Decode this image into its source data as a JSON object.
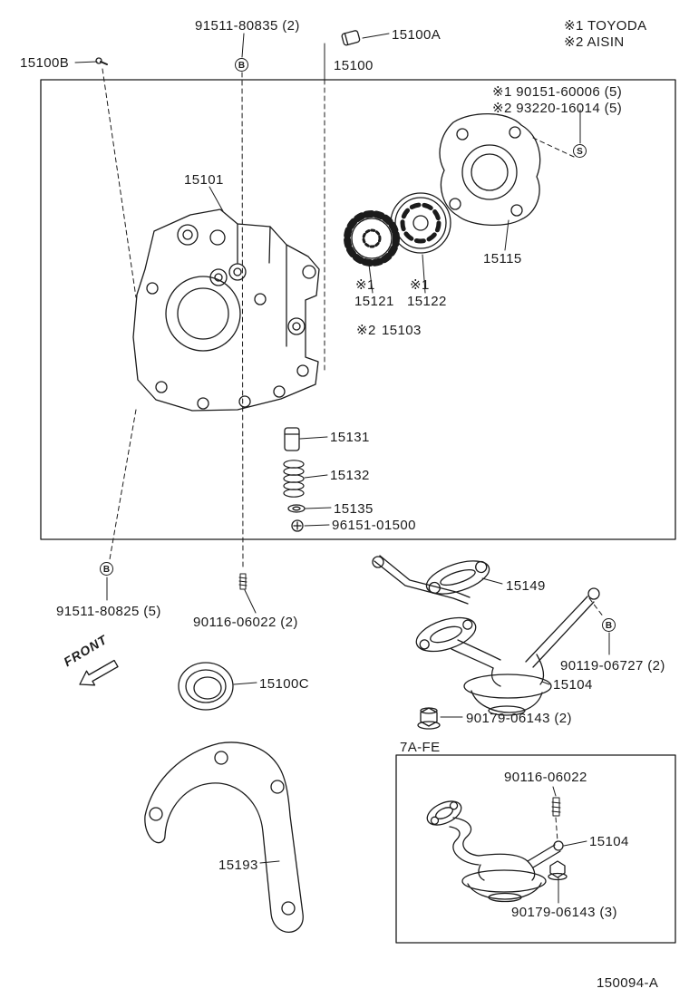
{
  "legend": {
    "toyoda": "※1 TOYODA",
    "aisin": "※2 AISIN"
  },
  "callouts": {
    "bolt_91511_80835": "91511-80835 (2)",
    "part_15100A": "15100A",
    "part_15100B": "15100B",
    "part_15100": "15100",
    "screw_90151_60006": "※1 90151-60006 (5)",
    "screw_93220_16014": "※2 93220-16014 (5)",
    "part_15101": "15101",
    "part_15115": "15115",
    "mark_15121": "※1",
    "mark_15122": "※1",
    "part_15121": "15121",
    "part_15122": "15122",
    "mark_15103": "※2",
    "part_15103": "15103",
    "part_15131": "15131",
    "part_15132": "15132",
    "part_15135": "15135",
    "part_96151_01500": "96151-01500",
    "bolt_91511_80825": "91511-80825 (5)",
    "stud_90116_06022_main": "90116-06022 (2)",
    "part_15149": "15149",
    "bolt_90119_06727": "90119-06727 (2)",
    "part_15104_main": "15104",
    "nut_90179_06143_main": "90179-06143 (2)",
    "part_15100C": "15100C",
    "part_15193": "15193",
    "front_label": "FRONT",
    "inset_title": "7A-FE",
    "stud_90116_06022_inset": "90116-06022",
    "part_15104_inset": "15104",
    "nut_90179_06143_inset": "90179-06143 (3)",
    "drawing_number": "150094-A",
    "fastener_b": "B",
    "fastener_s": "S"
  }
}
